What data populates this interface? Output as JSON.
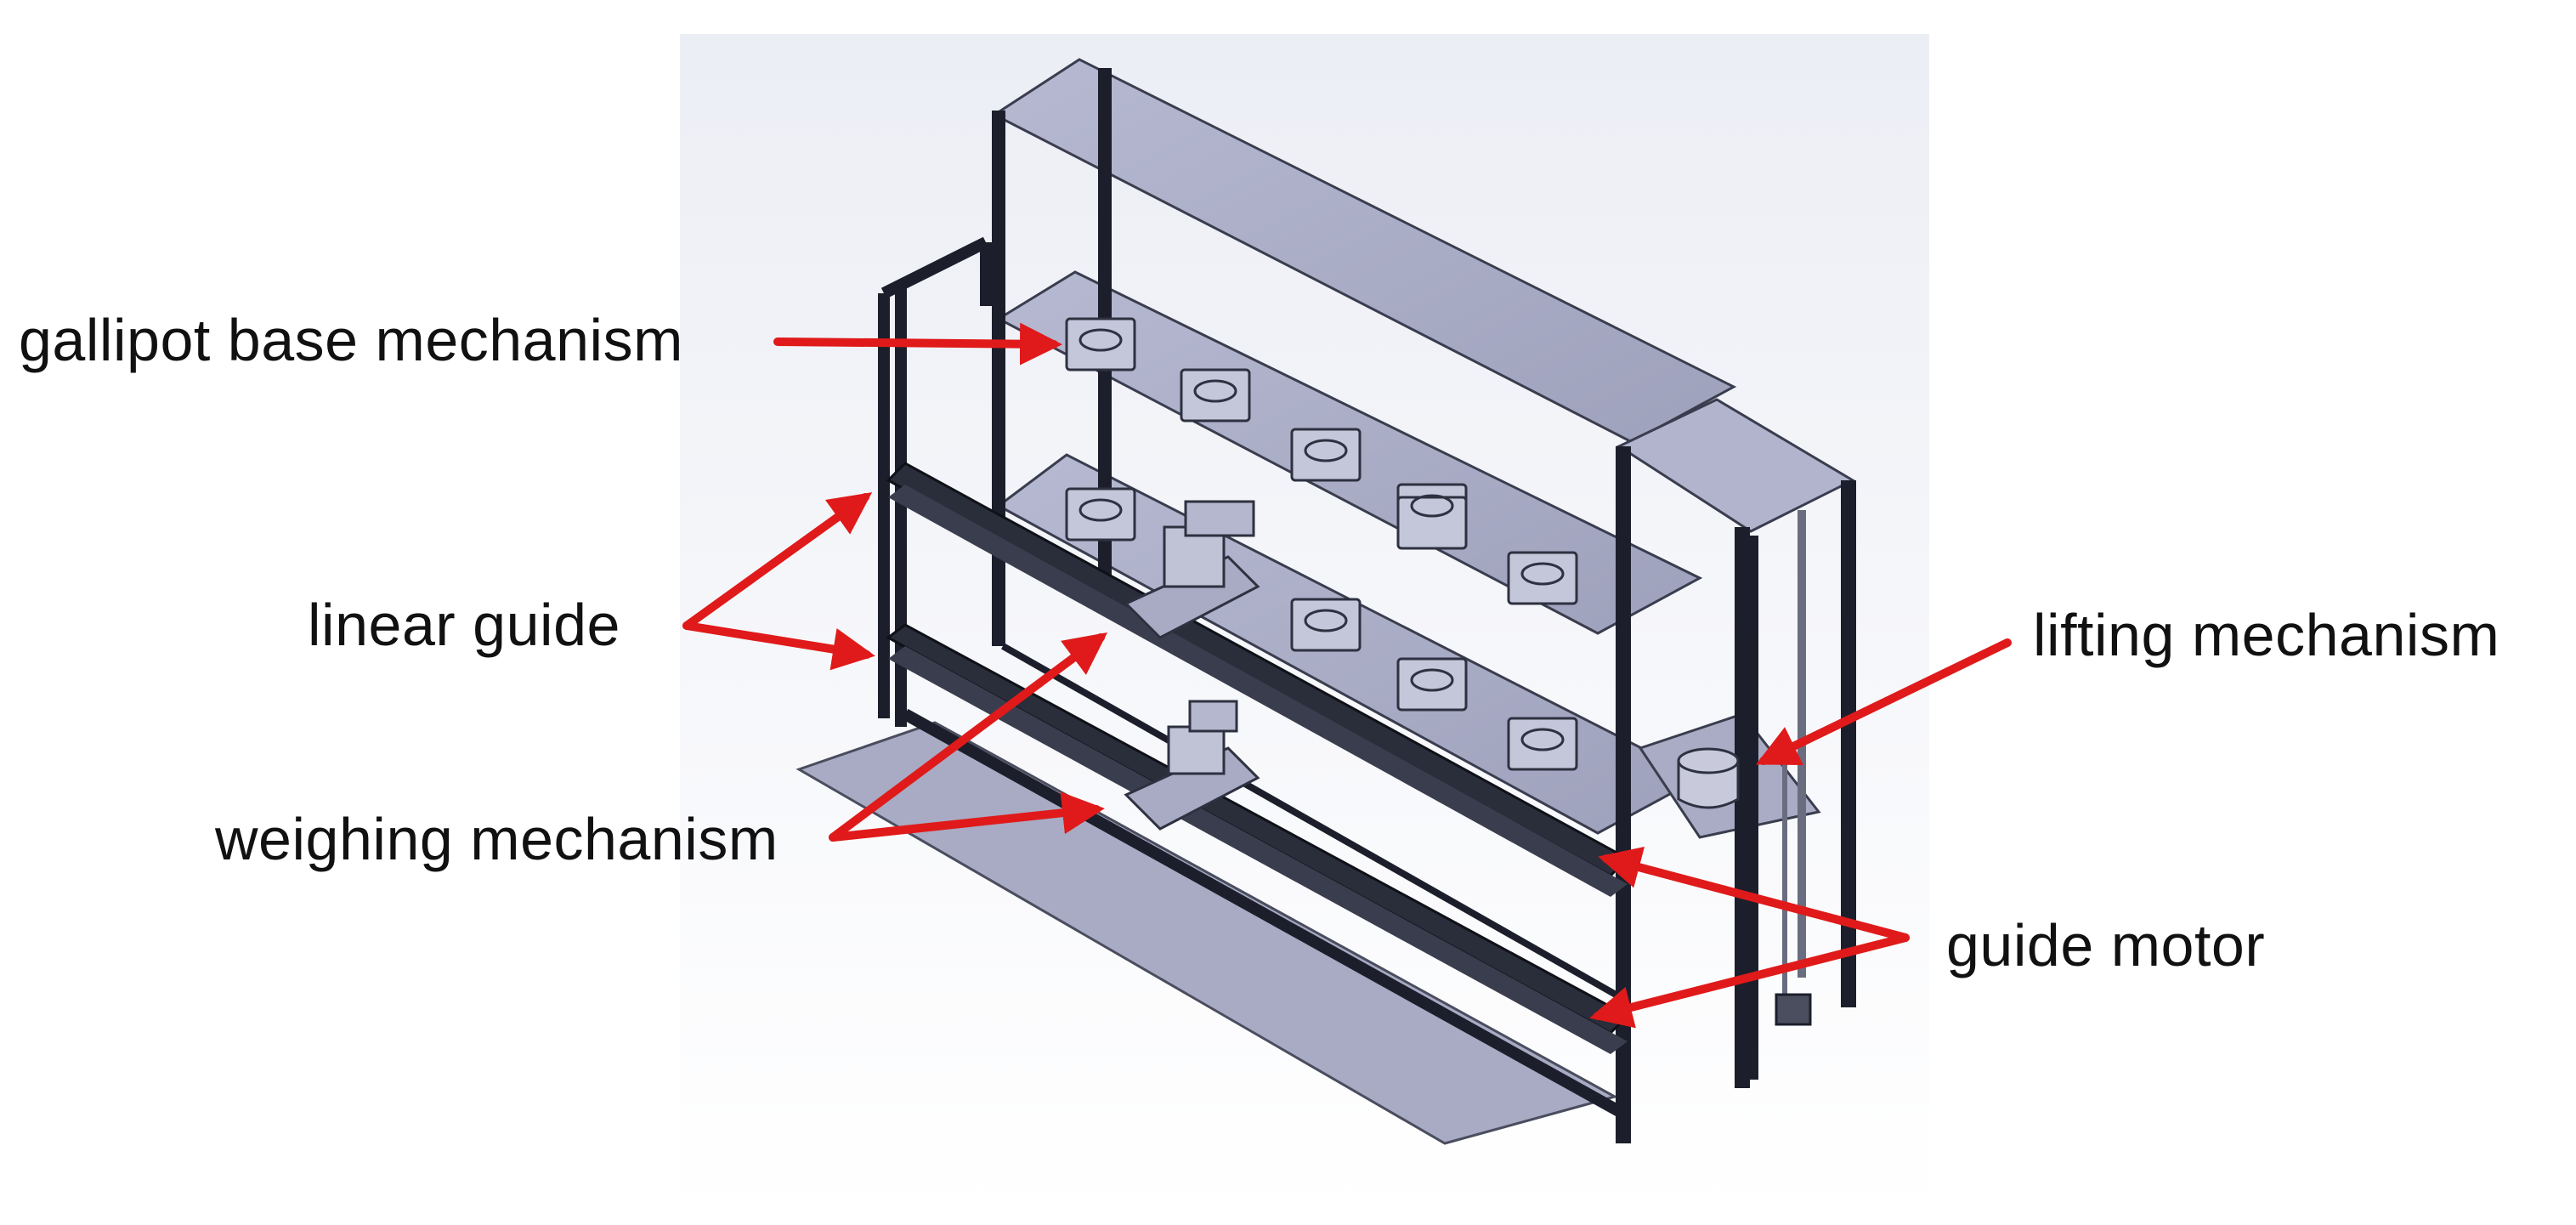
{
  "labels": {
    "gallipot_base": "gallipot base mechanism",
    "linear_guide": "linear guide",
    "weighing": "weighing mechanism",
    "lifting": "lifting mechanism",
    "guide_motor": "guide motor"
  },
  "colors": {
    "arrow": "#e01a1a",
    "frame": "#1c1f2b",
    "panel": "#a9acc4",
    "panel_dark": "#8e91ab",
    "backdrop_top": "#eef0f6",
    "backdrop_bottom": "#ffffff"
  },
  "icons": {
    "arrow_head": "red-arrow-icon"
  }
}
